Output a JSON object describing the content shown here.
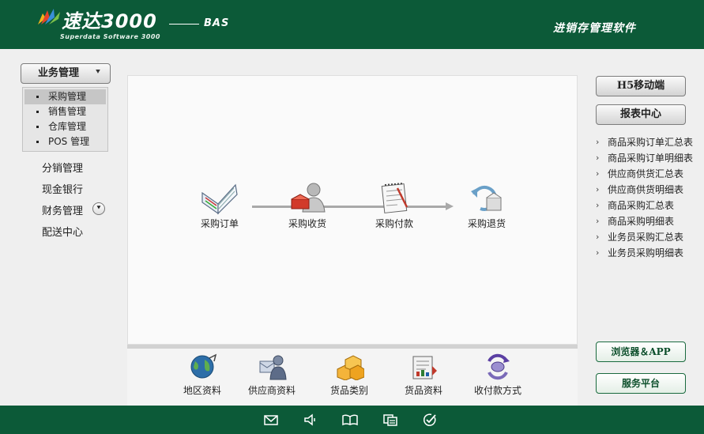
{
  "header": {
    "logo_name": "速达3000",
    "logo_sub": "Superdata Software 3000",
    "logo_edition": "BAS",
    "product_name": "进销存管理软件"
  },
  "sidebar": {
    "section_title": "业务管理",
    "submenu": [
      {
        "label": "采购管理",
        "active": true
      },
      {
        "label": "销售管理",
        "active": false
      },
      {
        "label": "仓库管理",
        "active": false
      },
      {
        "label": "POS 管理",
        "active": false
      }
    ],
    "items": [
      {
        "label": "分销管理"
      },
      {
        "label": "现金银行"
      },
      {
        "label": "财务管理"
      },
      {
        "label": "配送中心"
      }
    ]
  },
  "workflow": {
    "steps": [
      {
        "label": "采购订单",
        "icon": "open-book-icon"
      },
      {
        "label": "采购收货",
        "icon": "receiving-person-icon"
      },
      {
        "label": "采购付款",
        "icon": "notepad-icon"
      },
      {
        "label": "采购退货",
        "icon": "return-box-icon"
      }
    ]
  },
  "base_data": {
    "items": [
      {
        "label": "地区资料",
        "icon": "globe-icon"
      },
      {
        "label": "供应商资料",
        "icon": "supplier-icon"
      },
      {
        "label": "货品类别",
        "icon": "boxes-icon"
      },
      {
        "label": "货品资料",
        "icon": "product-sheet-icon"
      },
      {
        "label": "收付款方式",
        "icon": "payment-method-icon"
      }
    ]
  },
  "right_panel": {
    "h5_button": "H5移动端",
    "report_center_button": "报表中心",
    "reports": [
      "商品采购订单汇总表",
      "商品采购订单明细表",
      "供应商供货汇总表",
      "供应商供货明细表",
      "商品采购汇总表",
      "商品采购明细表",
      "业务员采购汇总表",
      "业务员采购明细表"
    ],
    "browser_app_button": "浏览器＆APP",
    "service_button": "服务平台"
  },
  "footer": {
    "icons": [
      "mail-icon",
      "speaker-icon",
      "book-icon",
      "window-list-icon",
      "check-circle-icon"
    ]
  },
  "colors": {
    "brand_green": "#0c5a38",
    "panel_bg": "#efefef",
    "workspace_bg": "#fafafa"
  }
}
